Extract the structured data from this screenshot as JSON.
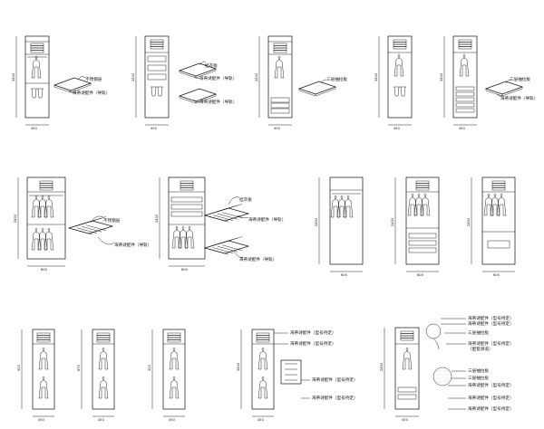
{
  "labels": {
    "stainless_rack": "不锈钢层",
    "slide_hardware": "海蒂诗配件（导轨）",
    "rack_a": "挂衣板",
    "three_drawer_board": "三层抽拉板",
    "hettich_parts_model": "海蒂诗配件（型号待定）",
    "side_mount_note": "（配套滑道）"
  },
  "dimensions": {
    "height_total": "2400",
    "width_a": "450",
    "width_b": "600",
    "width_c": "800",
    "seg_1": "900",
    "seg_2": "870",
    "seg_3": "300"
  },
  "colors": {
    "line": "#111111",
    "paper": "#ffffff"
  }
}
